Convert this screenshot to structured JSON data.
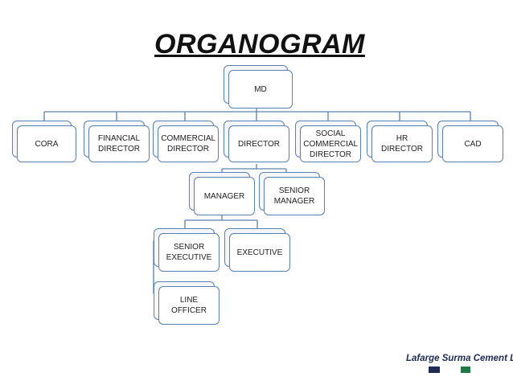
{
  "title": "ORGANOGRAM",
  "nodes": {
    "md": "MD",
    "cora": "CORA",
    "financial_director": "FINANCIAL DIRECTOR",
    "commercial_director": "COMMERCIAL DIRECTOR",
    "director": "DIRECTOR",
    "social_commercial_director": "SOCIAL COMMERCIAL DIRECTOR",
    "hr_director": "HR DIRECTOR",
    "cad": "CAD",
    "manager": "MANAGER",
    "senior_manager": "SENIOR MANAGER",
    "senior_executive": "SENIOR EXECUTIVE",
    "executive": "EXECUTIVE",
    "line_officer": "LINE OFFICER"
  },
  "logo": {
    "name": "Lafarge Surma Cement Ltd."
  },
  "colors": {
    "box_border": "#5b7fb0",
    "connector": "#5b7fb0",
    "title": "#111111"
  }
}
